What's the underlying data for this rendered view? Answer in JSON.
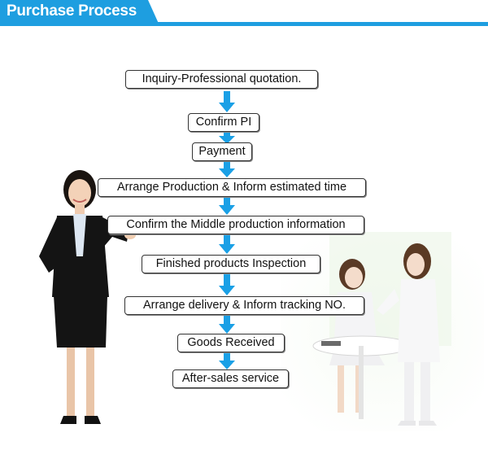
{
  "header": {
    "title": "Purchase Process"
  },
  "colors": {
    "accent": "#1e9ee0",
    "arrow": "#1aa0e6"
  },
  "steps": [
    {
      "label": "Inquiry-Professional quotation."
    },
    {
      "label": "Confirm PI"
    },
    {
      "label": "Payment"
    },
    {
      "label": "Arrange Production & Inform estimated time"
    },
    {
      "label": "Confirm the Middle production information"
    },
    {
      "label": "Finished products Inspection"
    },
    {
      "label": "Arrange delivery & Inform tracking NO."
    },
    {
      "label": "Goods Received"
    },
    {
      "label": "After-sales service"
    }
  ]
}
